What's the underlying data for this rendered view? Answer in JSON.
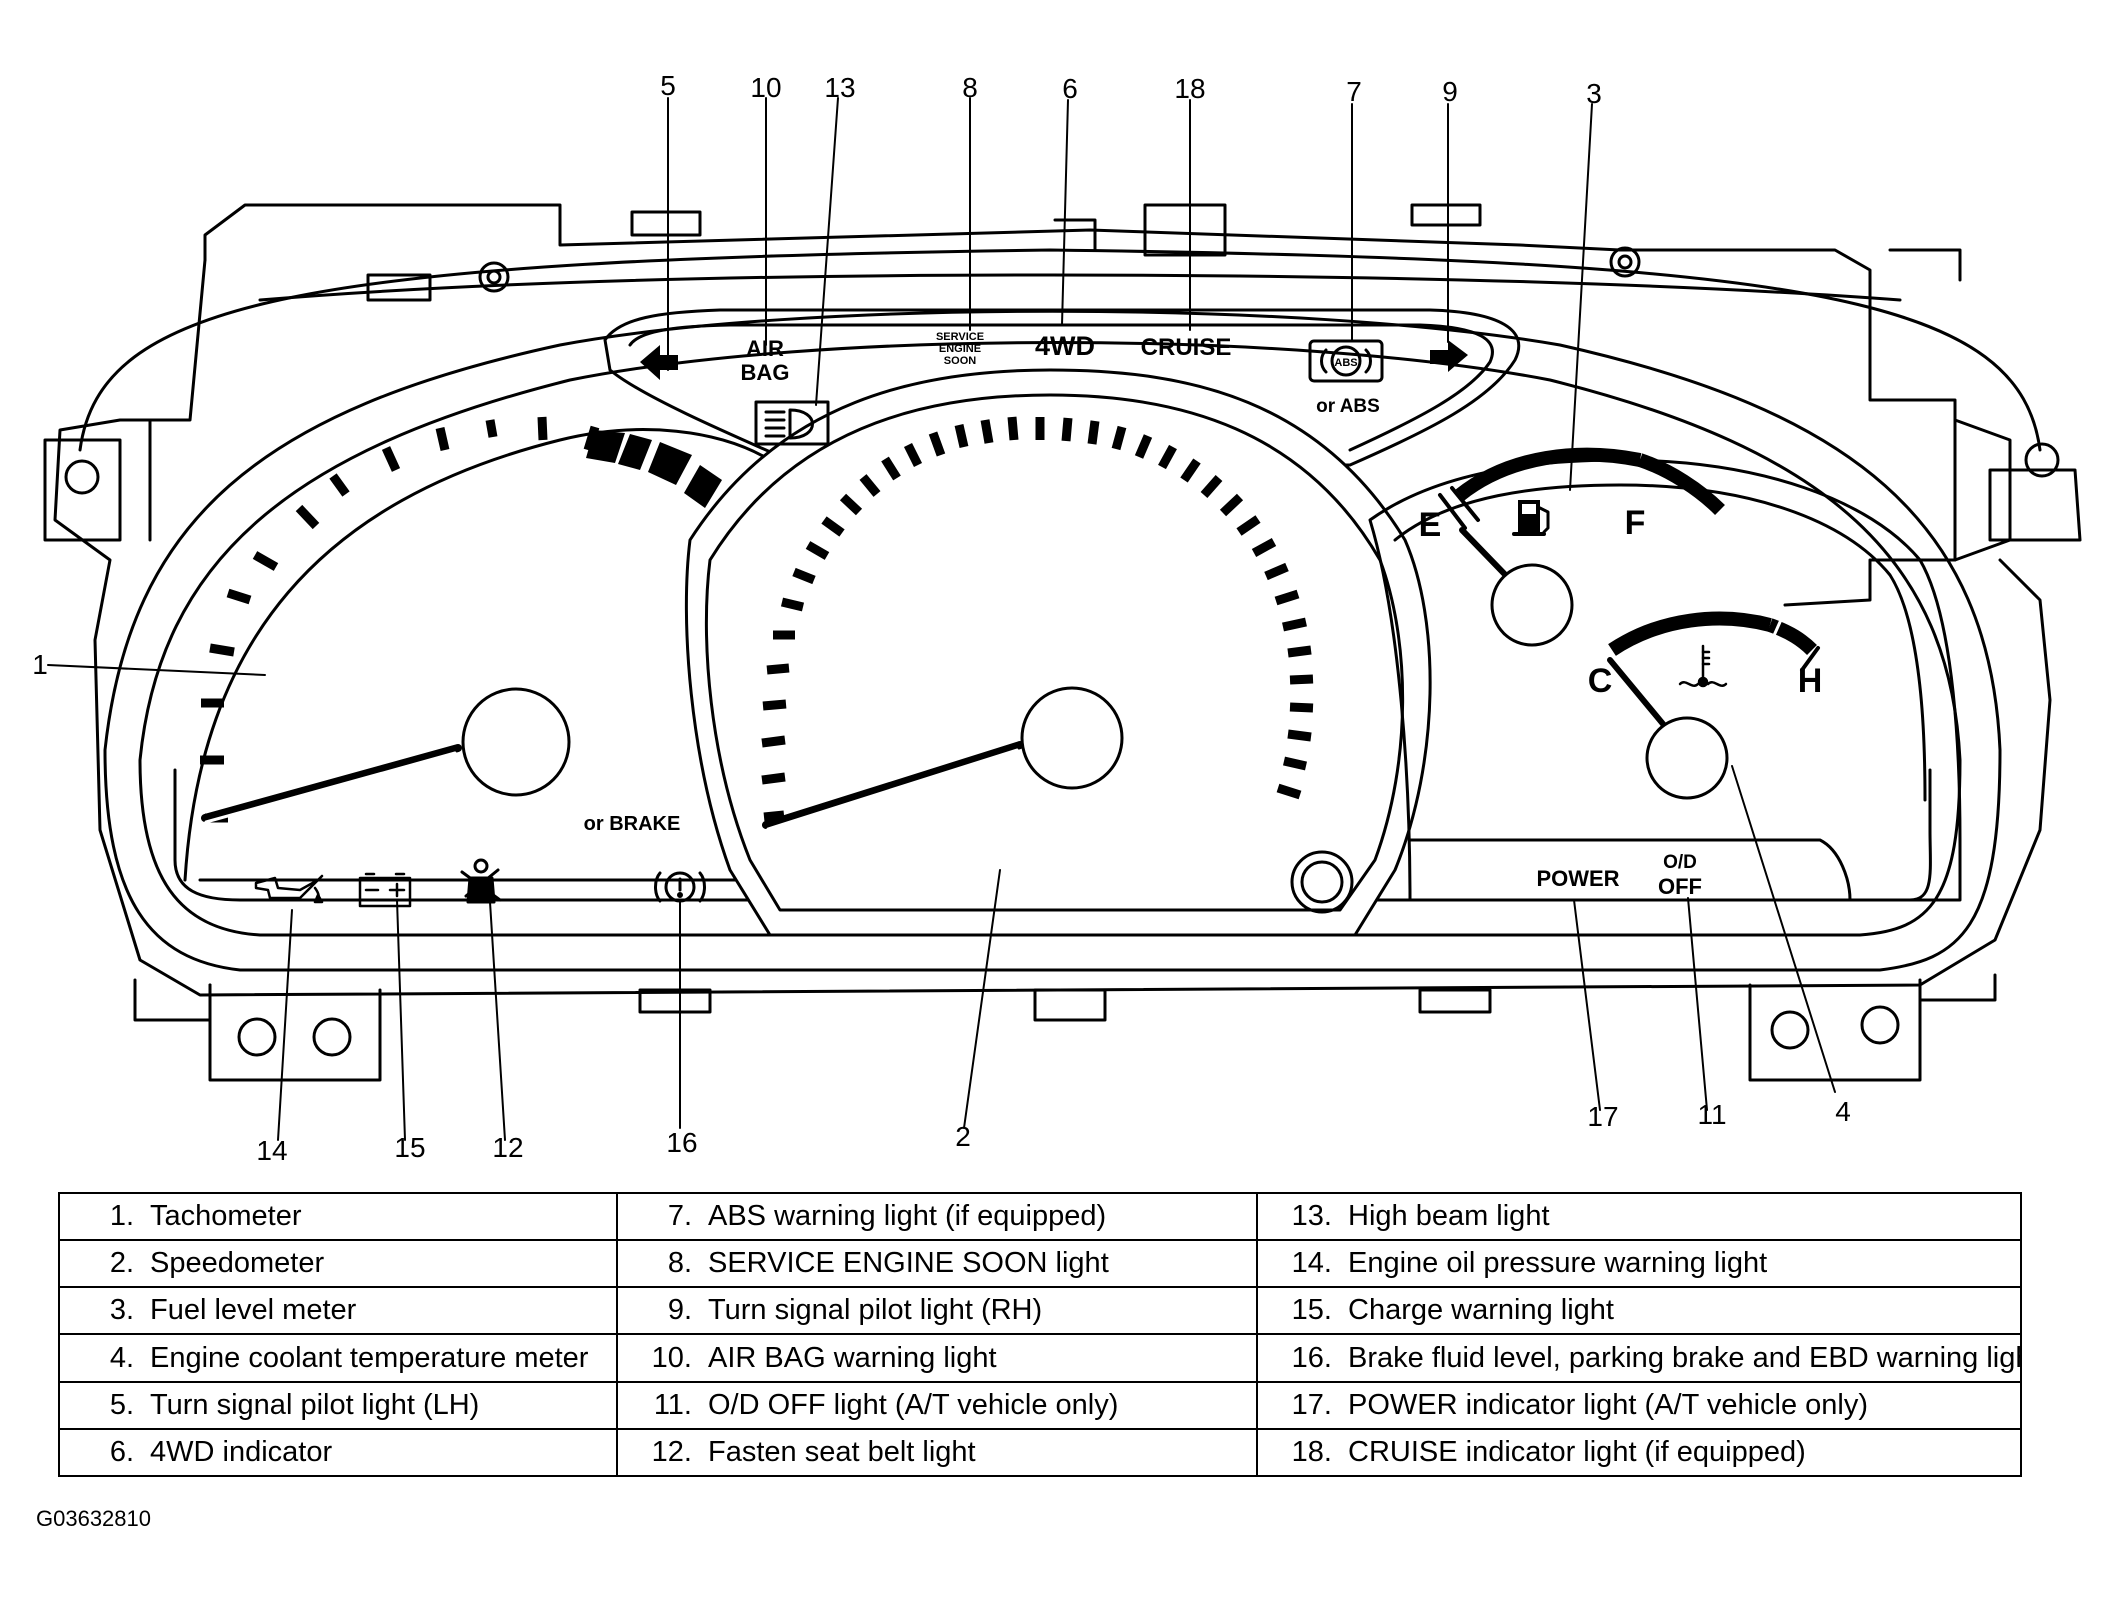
{
  "panel": {
    "air_bag_line1": "AIR",
    "air_bag_line2": "BAG",
    "service_line1": "SERVICE",
    "service_line2": "ENGINE",
    "service_line3": "SOON",
    "four_wd": "4WD",
    "cruise": "CRUISE",
    "abs_badge": "ABS",
    "or_abs": "or ABS",
    "or_brake": "or BRAKE",
    "power": "POWER",
    "od_line1": "O/D",
    "od_line2": "OFF",
    "fuel_empty": "E",
    "fuel_full": "F",
    "temp_cold": "C",
    "temp_hot": "H"
  },
  "callouts": [
    "1",
    "2",
    "3",
    "4",
    "5",
    "6",
    "7",
    "8",
    "9",
    "10",
    "11",
    "12",
    "13",
    "14",
    "15",
    "16",
    "17",
    "18"
  ],
  "legend": [
    [
      {
        "num": "1.",
        "text": "Tachometer"
      },
      {
        "num": "7.",
        "text": "ABS warning light (if equipped)"
      },
      {
        "num": "13.",
        "text": "High beam light"
      }
    ],
    [
      {
        "num": "2.",
        "text": "Speedometer"
      },
      {
        "num": "8.",
        "text": "SERVICE ENGINE SOON light"
      },
      {
        "num": "14.",
        "text": "Engine oil pressure warning light"
      }
    ],
    [
      {
        "num": "3.",
        "text": "Fuel level meter"
      },
      {
        "num": "9.",
        "text": "Turn signal pilot light (RH)"
      },
      {
        "num": "15.",
        "text": "Charge warning light"
      }
    ],
    [
      {
        "num": "4.",
        "text": "Engine coolant temperature meter"
      },
      {
        "num": "10.",
        "text": "AIR BAG warning light"
      },
      {
        "num": "16.",
        "text": "Brake fluid level, parking brake and EBD warning light"
      }
    ],
    [
      {
        "num": "5.",
        "text": "Turn signal pilot light (LH)"
      },
      {
        "num": "11.",
        "text": "O/D OFF light (A/T vehicle only)"
      },
      {
        "num": "17.",
        "text": "POWER indicator light (A/T vehicle only)"
      }
    ],
    [
      {
        "num": "6.",
        "text": "4WD indicator"
      },
      {
        "num": "12.",
        "text": "Fasten seat belt light"
      },
      {
        "num": "18.",
        "text": "CRUISE indicator light (if equipped)"
      }
    ]
  ],
  "figure_code": "G03632810"
}
